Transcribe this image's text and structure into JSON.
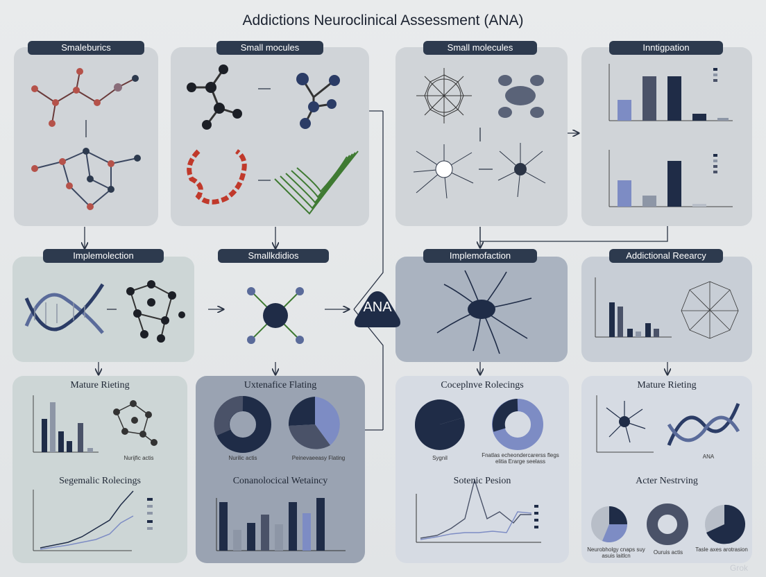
{
  "title": "Addictions Neuroclinical Assessment (ANA)",
  "center_label": "ANA",
  "watermark": "Grok",
  "panels": {
    "p1": {
      "label": "Smaleburics"
    },
    "p2": {
      "label": "Small mocules"
    },
    "p3": {
      "label": "Small molecules"
    },
    "p4": {
      "label": "Inntigpation"
    },
    "p5": {
      "label": "Implemolection"
    },
    "p6": {
      "label": "Smallkdidios"
    },
    "p7": {
      "label": "Implemofaction"
    },
    "p8": {
      "label": "Addictional Reearcy"
    },
    "p9": {
      "heading_top": "Mature Rieting",
      "caption": "Nurijfic actis",
      "heading_bottom": "Segemalic Rolecings"
    },
    "p10": {
      "heading_top": "Uxtenafice Flating",
      "caption_left": "Nurilic actis",
      "caption_right": "Peinevaeeasy Flating",
      "heading_bottom": "Conanolocical Wetaincy"
    },
    "p11": {
      "heading_top": "Coceplnve Rolecings",
      "caption_left": "Sygnil",
      "caption_right": "Fnatlas echeondercarerss flegs elitia Erarge seelass",
      "heading_bottom": "Sotenic Pesion"
    },
    "p12": {
      "heading_top": "Mature Rieting",
      "caption": "ANA",
      "heading_bottom": "Acter Nestrving",
      "caption_left": "Neurobholgy cnaps suy asuis laitlcn",
      "caption_mid": "Ouruis actis",
      "caption_right": "Tasle axes arotrasion"
    }
  },
  "colors": {
    "navy": "#1f2c47",
    "slate": "#2d3a4e",
    "periwinkle": "#7d8cc4",
    "gray_blue": "#8d96a6",
    "light_gray": "#b8bec8",
    "molecule_red": "#b5524a",
    "helix_green": "#3f7a32"
  }
}
